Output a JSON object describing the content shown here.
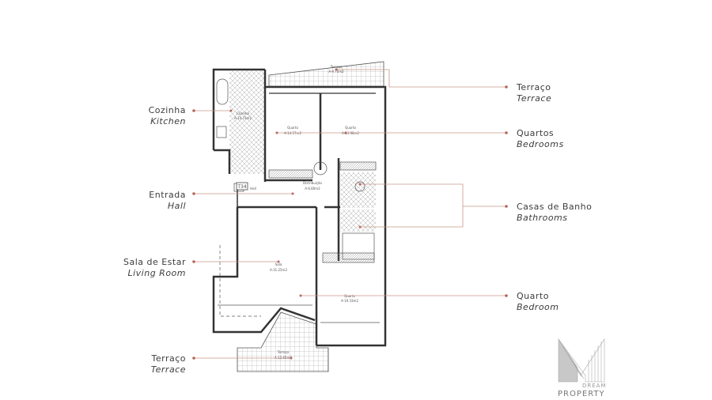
{
  "labels": {
    "left": [
      {
        "pt": "Cozinha",
        "en": "Kitchen"
      },
      {
        "pt": "Entrada",
        "en": "Hall"
      },
      {
        "pt": "Sala de Estar",
        "en": "Living Room"
      },
      {
        "pt": "Terraço",
        "en": "Terrace"
      }
    ],
    "right": [
      {
        "pt": "Terraço",
        "en": "Terrace"
      },
      {
        "pt": "Quartos",
        "en": "Bedrooms"
      },
      {
        "pt": "Casas de Banho",
        "en": "Bathrooms"
      },
      {
        "pt": "Quarto",
        "en": "Bedroom"
      }
    ]
  },
  "plan": {
    "unit_tag": "T34",
    "rooms": [
      {
        "name": "Terraço",
        "area": "A-9.75m2"
      },
      {
        "name": "Cozinha",
        "area": "A-14.72m2"
      },
      {
        "name": "Quarto",
        "area": "A-14.57m2"
      },
      {
        "name": "Quarto",
        "area": "A-13.98m2"
      },
      {
        "name": "Distribuição",
        "area": "A-6.80m2"
      },
      {
        "name": "Hall",
        "area": ""
      },
      {
        "name": "Sala",
        "area": "A-31.25m2"
      },
      {
        "name": "Quarto",
        "area": "A-19.33m2"
      },
      {
        "name": "Terraço",
        "area": "A-12.65m2"
      }
    ]
  },
  "colors": {
    "leader": "#c9968a",
    "dot": "#b5665a",
    "wall": "#333333"
  },
  "logo": {
    "line1": "DREAM",
    "line2": "PROPERTY"
  }
}
